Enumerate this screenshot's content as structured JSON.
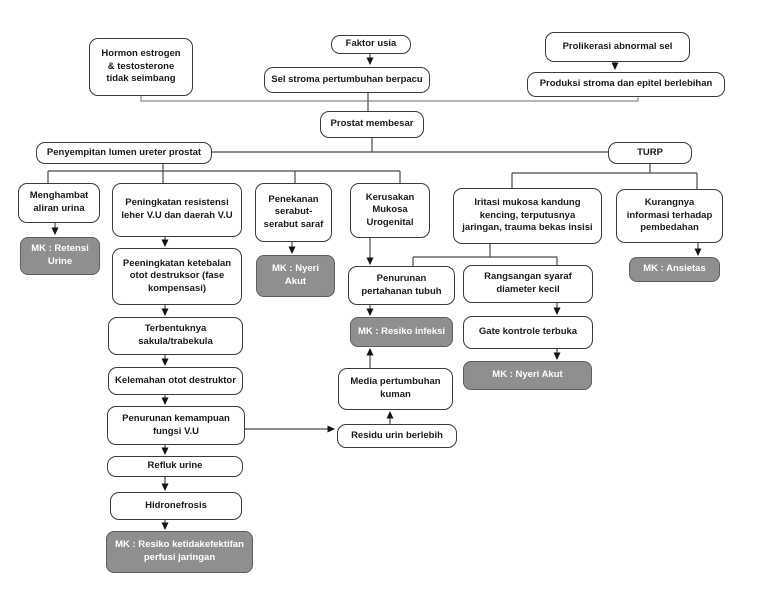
{
  "colors": {
    "box_fill": "#ffffff",
    "box_border": "#3a3a3a",
    "dark_box_fill": "#8f8f8f",
    "dark_box_border": "#5e5e5e",
    "dark_box_text": "#ffffff",
    "line": "#4a4a4a",
    "converge_line": "#8a8a8a"
  },
  "nodes": [
    {
      "id": "hormon",
      "type": "normal",
      "label": "Hormon estrogen\n& testosterone\ntidak seimbang"
    },
    {
      "id": "faktor-usia",
      "type": "normal",
      "label": "Faktor usia"
    },
    {
      "id": "sel-stroma",
      "type": "normal",
      "label": "Sel stroma pertumbuhan berpacu"
    },
    {
      "id": "prolikerasi",
      "type": "normal",
      "label": "Prolikerasi abnormal sel"
    },
    {
      "id": "produksi",
      "type": "normal",
      "label": "Produksi stroma dan epitel berlebihan"
    },
    {
      "id": "prostat",
      "type": "normal",
      "label": "Prostat membesar"
    },
    {
      "id": "penyempitan",
      "type": "normal",
      "label": "Penyempitan lumen ureter prostat"
    },
    {
      "id": "turp",
      "type": "normal",
      "label": "TURP"
    },
    {
      "id": "menghambat",
      "type": "normal",
      "label": "Menghambat\naliran urina"
    },
    {
      "id": "mk-retensi-urine",
      "type": "dark",
      "label": "MK : Retensi\nUrine"
    },
    {
      "id": "peningkatan-resistensi",
      "type": "normal",
      "label": "Peningkatan resistensi\nleher V.U dan daerah V.U"
    },
    {
      "id": "peeningkatan-ketebalan",
      "type": "normal",
      "label": "Peeningkatan ketebalan\notot destruksor (fase\nkompensasi)"
    },
    {
      "id": "terbentuknya-sakula",
      "type": "normal",
      "label": "Terbentuknya\nsakula/trabekula"
    },
    {
      "id": "kelemahan-otot",
      "type": "normal",
      "label": "Kelemahan otot destruktor"
    },
    {
      "id": "penurunan-kemampuan",
      "type": "normal",
      "label": "Penurunan kemampuan\nfungsi V.U"
    },
    {
      "id": "refluk-urine",
      "type": "normal",
      "label": "Refluk urine"
    },
    {
      "id": "hidronefrosis",
      "type": "normal",
      "label": "Hidronefrosis"
    },
    {
      "id": "mk-perfusi",
      "type": "dark",
      "label": "MK : Resiko ketidakefektifan\nperfusi jaringan"
    },
    {
      "id": "penekanan-serabut",
      "type": "normal",
      "label": "Penekanan\nserabut-\nserabut saraf"
    },
    {
      "id": "mk-nyeri-akut-1",
      "type": "dark",
      "label": "MK : Nyeri\nAkut"
    },
    {
      "id": "kerusakan-mukosa",
      "type": "normal",
      "label": "Kerusakan\nMukosa\nUrogenital"
    },
    {
      "id": "penurunan-pertahanan",
      "type": "normal",
      "label": "Penurunan\npertahanan tubuh"
    },
    {
      "id": "mk-resiko-infeksi",
      "type": "dark",
      "label": "MK : Resiko infeksi"
    },
    {
      "id": "media-pertumbuhan",
      "type": "normal",
      "label": "Media pertumbuhan\nkuman"
    },
    {
      "id": "residu-urin",
      "type": "normal",
      "label": "Residu urin berlebih"
    },
    {
      "id": "iritasi-mukosa",
      "type": "normal",
      "label": "Iritasi mukosa kandung\nkencing, terputusnya\njaringan, trauma bekas insisi"
    },
    {
      "id": "rangsangan-syaraf",
      "type": "normal",
      "label": "Rangsangan syaraf\ndiameter kecil"
    },
    {
      "id": "gate-kontrole",
      "type": "normal",
      "label": "Gate kontrole terbuka"
    },
    {
      "id": "mk-nyeri-akut-2",
      "type": "dark",
      "label": "MK : Nyeri Akut"
    },
    {
      "id": "kurangnya-informasi",
      "type": "normal",
      "label": "Kurangnya\ninformasi terhadap\npembedahan"
    },
    {
      "id": "mk-ansietas",
      "type": "dark",
      "label": "MK : Ansietas"
    }
  ],
  "edges": [
    {
      "from": "faktor-usia",
      "to": "sel-stroma"
    },
    {
      "from": "prolikerasi",
      "to": "produksi"
    },
    {
      "from": "hormon",
      "to": "prostat"
    },
    {
      "from": "sel-stroma",
      "to": "prostat"
    },
    {
      "from": "produksi",
      "to": "prostat"
    },
    {
      "from": "prostat",
      "to": "penyempitan"
    },
    {
      "from": "prostat",
      "to": "turp"
    },
    {
      "from": "penyempitan",
      "to": "menghambat"
    },
    {
      "from": "penyempitan",
      "to": "peningkatan-resistensi"
    },
    {
      "from": "penyempitan",
      "to": "penekanan-serabut"
    },
    {
      "from": "penyempitan",
      "to": "kerusakan-mukosa"
    },
    {
      "from": "menghambat",
      "to": "mk-retensi-urine"
    },
    {
      "from": "peningkatan-resistensi",
      "to": "peeningkatan-ketebalan"
    },
    {
      "from": "peeningkatan-ketebalan",
      "to": "terbentuknya-sakula"
    },
    {
      "from": "terbentuknya-sakula",
      "to": "kelemahan-otot"
    },
    {
      "from": "kelemahan-otot",
      "to": "penurunan-kemampuan"
    },
    {
      "from": "penurunan-kemampuan",
      "to": "refluk-urine"
    },
    {
      "from": "penurunan-kemampuan",
      "to": "residu-urin"
    },
    {
      "from": "refluk-urine",
      "to": "hidronefrosis"
    },
    {
      "from": "hidronefrosis",
      "to": "mk-perfusi"
    },
    {
      "from": "penekanan-serabut",
      "to": "mk-nyeri-akut-1"
    },
    {
      "from": "kerusakan-mukosa",
      "to": "penurunan-pertahanan"
    },
    {
      "from": "penurunan-pertahanan",
      "to": "mk-resiko-infeksi"
    },
    {
      "from": "residu-urin",
      "to": "media-pertumbuhan"
    },
    {
      "from": "media-pertumbuhan",
      "to": "mk-resiko-infeksi"
    },
    {
      "from": "turp",
      "to": "iritasi-mukosa"
    },
    {
      "from": "turp",
      "to": "kurangnya-informasi"
    },
    {
      "from": "iritasi-mukosa",
      "to": "penurunan-pertahanan"
    },
    {
      "from": "iritasi-mukosa",
      "to": "rangsangan-syaraf"
    },
    {
      "from": "rangsangan-syaraf",
      "to": "gate-kontrole"
    },
    {
      "from": "gate-kontrole",
      "to": "mk-nyeri-akut-2"
    },
    {
      "from": "kurangnya-informasi",
      "to": "mk-ansietas"
    }
  ]
}
